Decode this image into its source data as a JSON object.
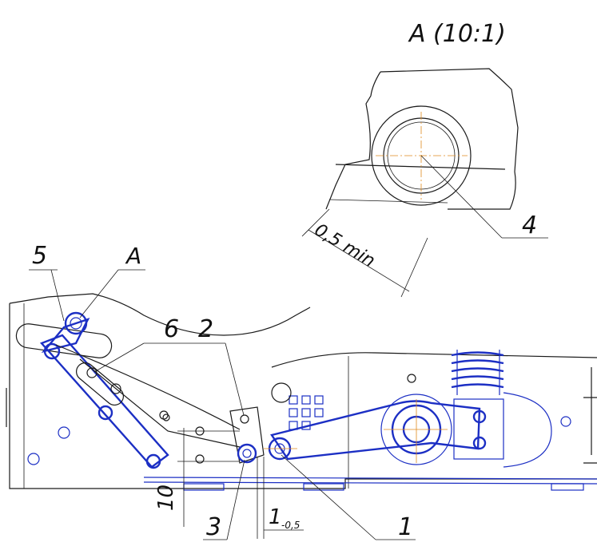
{
  "detail_view": {
    "title": "A (10:1)",
    "dimension_label": "0,5 min",
    "callout_4": "4"
  },
  "callouts": {
    "c5": "5",
    "cA": "A",
    "c6": "6",
    "c2": "2",
    "c3": "3",
    "c1": "1"
  },
  "dimensions": {
    "height_10": "10",
    "gap_main": "1",
    "gap_tolerance": "-0,5"
  },
  "colors": {
    "line": "#1a1a1a",
    "part_outline": "#1c2fc4",
    "centerline": "#e08a1c"
  }
}
